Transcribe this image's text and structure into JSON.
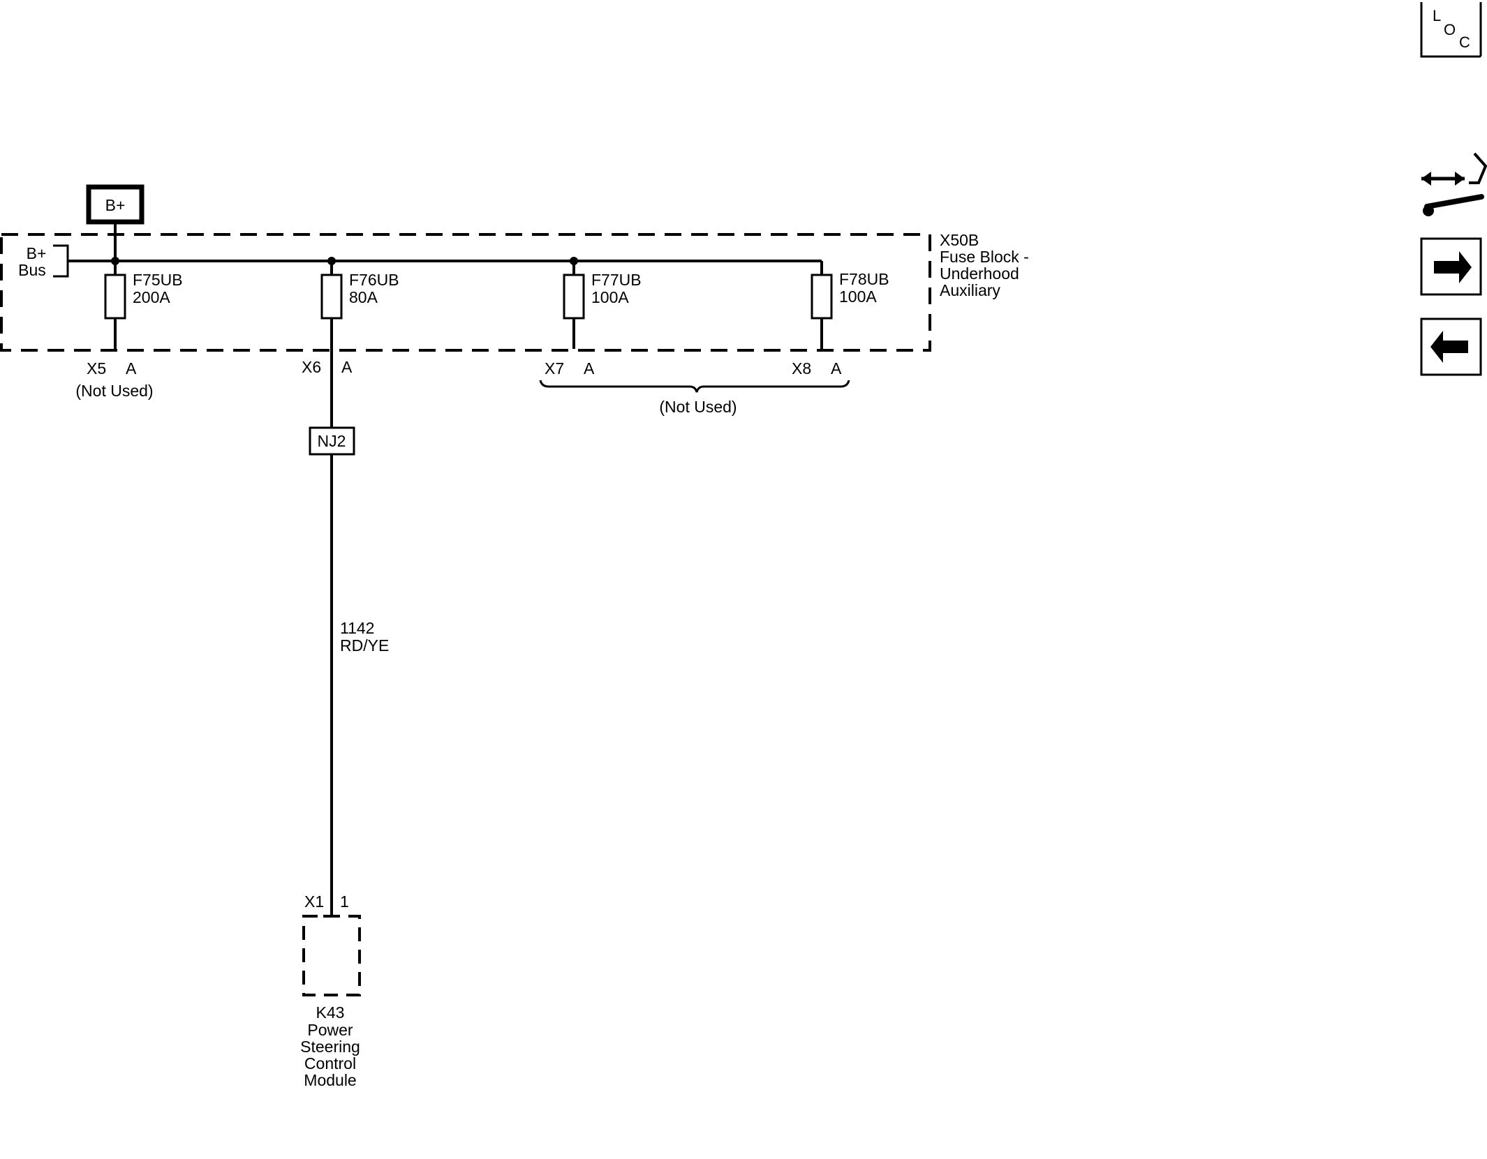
{
  "power_source": {
    "label": "B+"
  },
  "bus": {
    "line1": "B+",
    "line2": "Bus"
  },
  "fuse_block": {
    "name_line1": "X50B",
    "name_line2": "Fuse Block -",
    "name_line3": "Underhood",
    "name_line4": "Auxiliary"
  },
  "fuses": [
    {
      "name": "F75UB",
      "rating": "200A",
      "connector": "X5",
      "pin": "A"
    },
    {
      "name": "F76UB",
      "rating": "80A",
      "connector": "X6",
      "pin": "A"
    },
    {
      "name": "F77UB",
      "rating": "100A",
      "connector": "X7",
      "pin": "A"
    },
    {
      "name": "F78UB",
      "rating": "100A",
      "connector": "X8",
      "pin": "A"
    }
  ],
  "not_used_x5": "(Not Used)",
  "not_used_x7_x8": "(Not Used)",
  "splice": {
    "label": "NJ2"
  },
  "wire": {
    "circuit": "1142",
    "color": "RD/YE"
  },
  "module_connector": {
    "connector": "X1",
    "pin": "1"
  },
  "module": {
    "line1": "K43",
    "line2": "Power",
    "line3": "Steering",
    "line4": "Control",
    "line5": "Module"
  },
  "side_nav": {
    "loc_l": "L",
    "loc_o": "O",
    "loc_c": "C"
  },
  "colors": {
    "ink": "#000000",
    "background": "#ffffff"
  }
}
